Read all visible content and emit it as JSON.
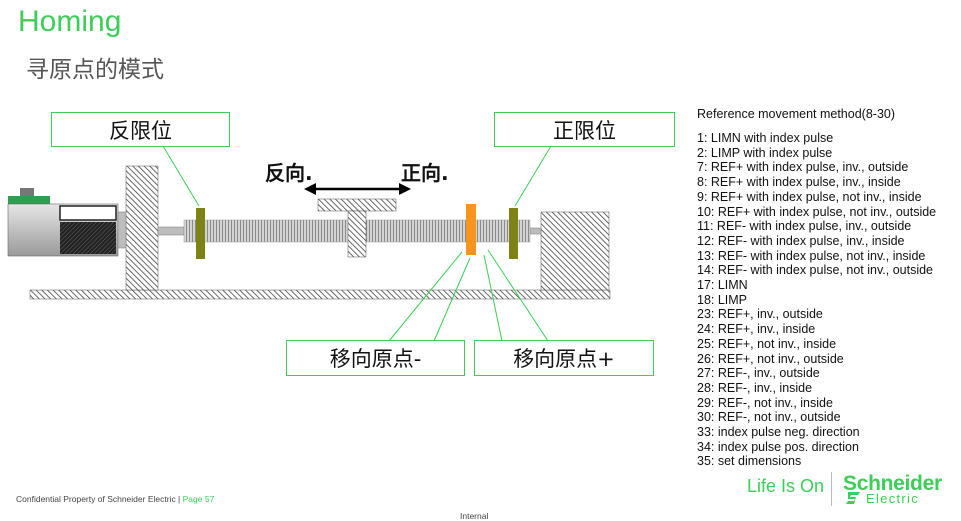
{
  "title": "Homing",
  "subtitle": "寻原点的模式",
  "callouts": {
    "neg_limit": "反限位",
    "pos_limit": "正限位",
    "home_neg": "移向原点-",
    "home_pos": "移向原点+"
  },
  "directions": {
    "reverse": "反向.",
    "forward": "正向."
  },
  "reference": {
    "title": "Reference movement method(8-30)",
    "items": [
      "1: LIMN with index pulse",
      "2: LIMP with index pulse",
      "7: REF+ with index pulse, inv., outside",
      "8: REF+ with index pulse, inv., inside",
      "9: REF+ with index pulse, not inv., inside",
      "10: REF+ with index pulse, not inv., outside",
      "11: REF- with index pulse, inv., outside",
      "12: REF- with index pulse, inv., inside",
      "13: REF- with index pulse, not inv., inside",
      "14: REF- with index pulse, not inv., outside",
      "17: LIMN",
      "18: LIMP",
      "23: REF+, inv., outside",
      "24: REF+, inv., inside",
      "25: REF+, not inv., inside",
      "26: REF+, not inv., outside",
      "27: REF-, inv., outside",
      "28: REF-, inv., inside",
      "29: REF-, not inv., inside",
      "30: REF-, not inv., outside",
      "33: index pulse neg. direction",
      "34: index pulse pos. direction",
      "35: set dimensions"
    ]
  },
  "footer": {
    "confidential": "Confidential Property of Schneider Electric |",
    "page": "Page 57",
    "internal": "Internal"
  },
  "branding": {
    "tagline": "Life Is On",
    "brand": "Schneider",
    "brand_sub": "Electric"
  },
  "colors": {
    "accent": "#3dcd58",
    "limit_switch": "#7d8214",
    "home_switch": "#f7941d"
  }
}
